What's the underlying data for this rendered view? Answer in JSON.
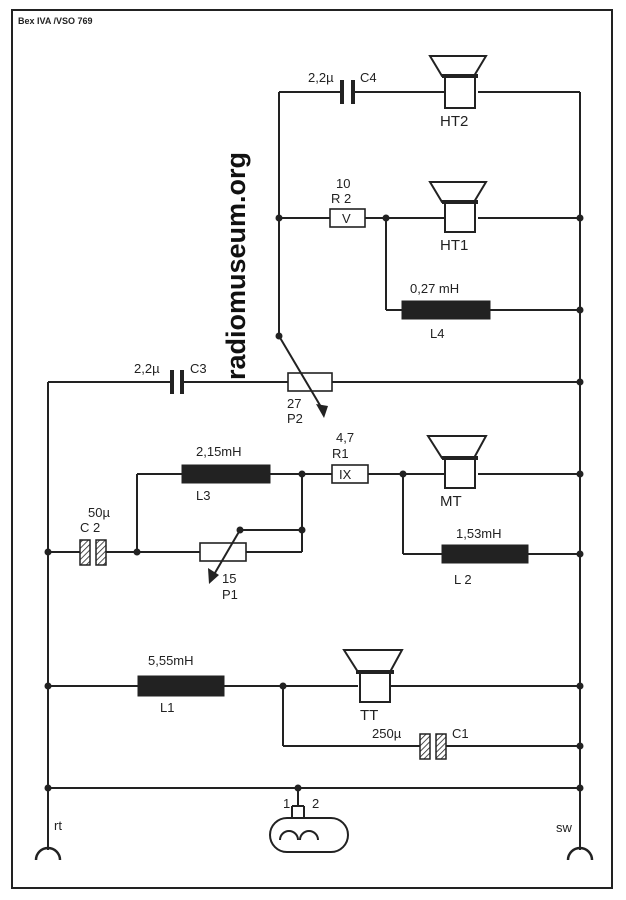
{
  "header": {
    "ref": "Bex IVA /VSO 769"
  },
  "watermark": "radiomuseum.org",
  "components": {
    "C4": {
      "value": "2,2µ",
      "name": "C4"
    },
    "HT2": {
      "name": "HT2"
    },
    "R2": {
      "value": "10",
      "name": "R 2",
      "symbol": "V"
    },
    "HT1": {
      "name": "HT1"
    },
    "L4": {
      "value": "0,27 mH",
      "name": "L4"
    },
    "C3": {
      "value": "2,2µ",
      "name": "C3"
    },
    "P2": {
      "value": "27",
      "name": "P2"
    },
    "L3": {
      "value": "2,15mH",
      "name": "L3"
    },
    "R1": {
      "value": "4,7",
      "name": "R1",
      "symbol": "IX"
    },
    "MT": {
      "name": "MT"
    },
    "C2": {
      "value": "50µ",
      "name": "C 2"
    },
    "P1": {
      "value": "15",
      "name": "P1"
    },
    "L2": {
      "value": "1,53mH",
      "name": "L 2"
    },
    "L1": {
      "value": "5,55mH",
      "name": "L1"
    },
    "TT": {
      "name": "TT"
    },
    "C1": {
      "value": "250µ",
      "name": "C1"
    }
  },
  "terminals": {
    "left": "rt",
    "right": "sw",
    "pin1": "1",
    "pin2": "2"
  }
}
